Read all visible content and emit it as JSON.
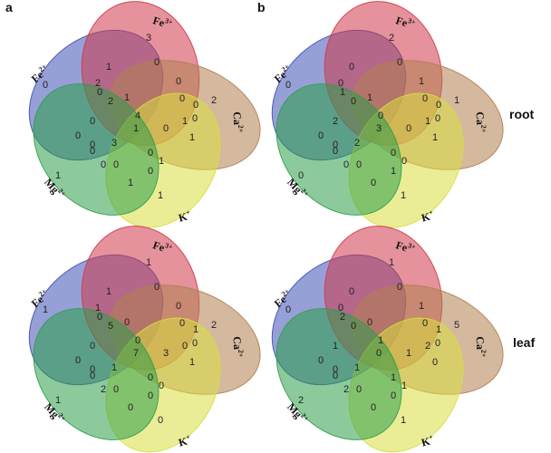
{
  "panels": [
    {
      "id": "a",
      "label": "a"
    },
    {
      "id": "b",
      "label": "b"
    }
  ],
  "rows": [
    {
      "id": "root",
      "label": "root"
    },
    {
      "id": "leaf",
      "label": "leaf"
    }
  ],
  "sets": [
    {
      "id": "fe2",
      "base": "Fe",
      "sup": "2+",
      "color": "#3f51b5"
    },
    {
      "id": "fe3",
      "base": "Fe",
      "sup": "3+",
      "color": "#d0384a"
    },
    {
      "id": "ca2",
      "base": "Ca",
      "sup": "2+",
      "color": "#b08050"
    },
    {
      "id": "k",
      "base": "K",
      "sup": "+",
      "color": "#d8de40"
    },
    {
      "id": "mg2",
      "base": "Mg",
      "sup": "2+",
      "color": "#2e9e4a"
    }
  ],
  "diagrams": [
    {
      "panel": "a",
      "row": "root",
      "counts": [
        "0",
        "3",
        "2",
        "1",
        "1",
        "1",
        "2",
        "0",
        "0",
        "0",
        "1",
        "0",
        "2",
        "1",
        "1",
        "0",
        "0",
        "0",
        "1",
        "0",
        "3",
        "0",
        "0",
        "4",
        "0",
        "0",
        "1",
        "1",
        "0",
        "0",
        "0"
      ]
    },
    {
      "panel": "b",
      "row": "root",
      "counts": [
        "0",
        "2",
        "1",
        "1",
        "0",
        "0",
        "0",
        "0",
        "1",
        "0",
        "1",
        "0",
        "0",
        "1",
        "0",
        "1",
        "0",
        "0",
        "3",
        "0",
        "2",
        "0",
        "0",
        "0",
        "0",
        "0",
        "0",
        "1",
        "2",
        "0",
        "1"
      ]
    },
    {
      "panel": "a",
      "row": "leaf",
      "counts": [
        "1",
        "1",
        "2",
        "0",
        "1",
        "1",
        "1",
        "0",
        "0",
        "0",
        "0",
        "0",
        "5",
        "1",
        "0",
        "0",
        "2",
        "0",
        "7",
        "3",
        "1",
        "0",
        "0",
        "0",
        "0",
        "0",
        "0",
        "0",
        "0",
        "1",
        "0"
      ]
    },
    {
      "panel": "b",
      "row": "leaf",
      "counts": [
        "0",
        "1",
        "5",
        "1",
        "2",
        "0",
        "0",
        "0",
        "1",
        "0",
        "2",
        "0",
        "0",
        "0",
        "1",
        "0",
        "2",
        "0",
        "0",
        "1",
        "1",
        "0",
        "0",
        "1",
        "1",
        "0",
        "0",
        "0",
        "1",
        "1",
        "2"
      ]
    }
  ]
}
